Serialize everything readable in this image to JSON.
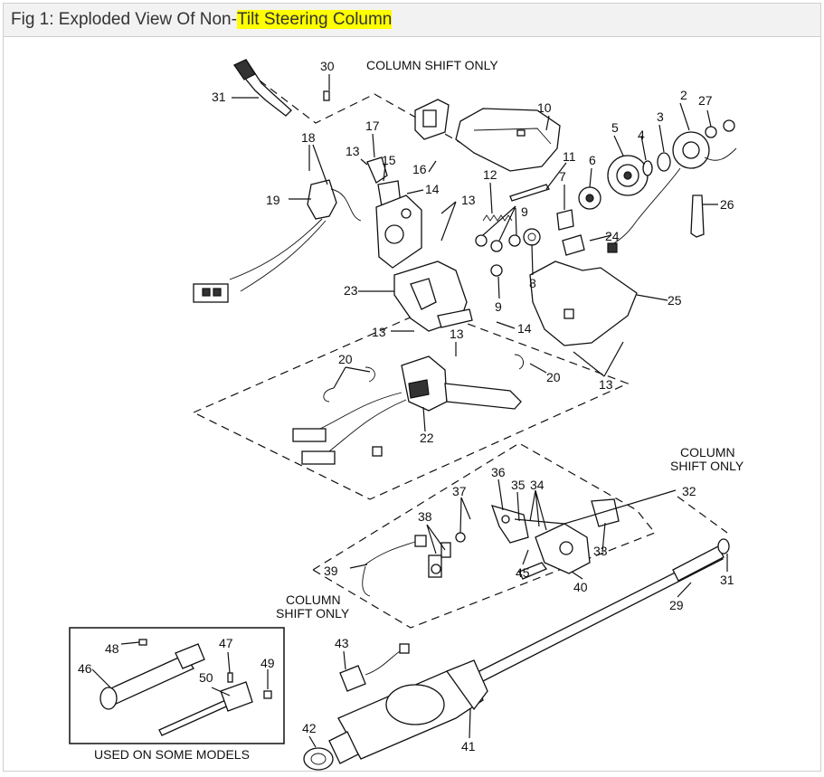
{
  "title": {
    "prefix": "Fig 1: Exploded View Of Non-",
    "highlight": "Tilt Steering Column"
  },
  "notes": {
    "column_shift_top": "COLUMN SHIFT ONLY",
    "column_shift_right_1": "COLUMN",
    "column_shift_right_2": "SHIFT ONLY",
    "column_shift_left_1": "COLUMN",
    "column_shift_left_2": "SHIFT ONLY",
    "some_models": "USED ON SOME MODELS"
  },
  "callouts": {
    "c2": "2",
    "c3": "3",
    "c4": "4",
    "c5": "5",
    "c6": "6",
    "c7": "7",
    "c8": "8",
    "c9a": "9",
    "c9b": "9",
    "c10": "10",
    "c11": "11",
    "c12": "12",
    "c13a": "13",
    "c13b": "13",
    "c13c": "13",
    "c13d": "13",
    "c13e": "13",
    "c14a": "14",
    "c14b": "14",
    "c15": "15",
    "c16": "16",
    "c17": "17",
    "c18": "18",
    "c19": "19",
    "c20a": "20",
    "c20b": "20",
    "c22": "22",
    "c23": "23",
    "c24": "24",
    "c25": "25",
    "c26": "26",
    "c27": "27",
    "c29": "29",
    "c30": "30",
    "c31a": "31",
    "c31b": "31",
    "c32": "32",
    "c33": "33",
    "c34": "34",
    "c35": "35",
    "c36": "36",
    "c37": "37",
    "c38": "38",
    "c39": "39",
    "c40": "40",
    "c41": "41",
    "c42": "42",
    "c43": "43",
    "c45": "45",
    "c46": "46",
    "c47": "47",
    "c48": "48",
    "c49": "49",
    "c50": "50"
  }
}
